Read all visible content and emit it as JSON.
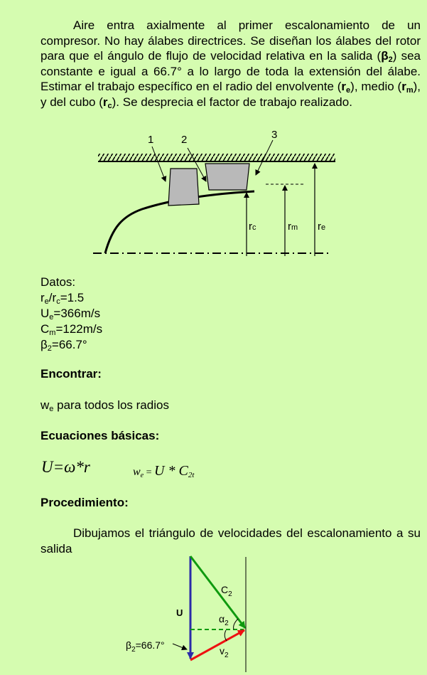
{
  "intro": {
    "text1": "Aire entra axialmente al primer escalonamiento de un compresor. No hay álabes directrices. Se diseñan los álabes del rotor para que el ángulo de flujo de velocidad relativa en la salida (",
    "beta_sym": "β",
    "beta_sub": "2",
    "text2": ")  sea constante e igual a 66.7° a lo largo de toda la extensión del álabe. Estimar el trabajo específico en el radio del envolvente (",
    "re_sym": "r",
    "re_sub": "e",
    "text3": "), medio (",
    "rm_sym": "r",
    "rm_sub": "m",
    "text4": "), y del cubo (",
    "rc_sym": "r",
    "rc_sub": "c",
    "text5": "). Se desprecia el factor de trabajo realizado."
  },
  "compressor_diagram": {
    "label_1": "1",
    "label_2": "2",
    "label_3": "3",
    "rc_sym": "r",
    "rc_sub": "c",
    "rm_sym": "r",
    "rm_sub": "m",
    "re_sym": "r",
    "re_sub": "e"
  },
  "datos": {
    "title": "Datos:",
    "r_ratio": {
      "a": "r",
      "a_sub": "e",
      "mid": "/r",
      "b_sub": "c",
      "val": "=1.5"
    },
    "Ue": {
      "a": "U",
      "a_sub": "e",
      "val": "=366m/s"
    },
    "Cm": {
      "a": "C",
      "a_sub": "m",
      "val": "=122m/s"
    },
    "beta2": {
      "a": "β",
      "a_sub": "2",
      "val": "=66.7°"
    }
  },
  "encontrar": {
    "title": "Encontrar:",
    "w": "w",
    "w_sub": "e",
    "rest": " para todos los radios"
  },
  "ecuaciones": {
    "title": "Ecuaciones básicas:",
    "eq1": "U=ω*r",
    "eq2_w": "w",
    "eq2_w_sub": "e",
    "eq2_eq": " = ",
    "eq2_rhs": "U * C",
    "eq2_sub": "2t"
  },
  "procedimiento": {
    "title": "Procedimiento:",
    "text": "Dibujamos el triángulo de velocidades del escalonamiento a su salida"
  },
  "triangle": {
    "U_label": "U",
    "C2_sym": "C",
    "C2_sub": "2",
    "alpha_sym": "α",
    "alpha_sub": "2",
    "beta_sym": "β",
    "beta_sub": "2",
    "beta_val": "=66.7°",
    "v_sym": "v",
    "v_sub": "2",
    "colors": {
      "U": "#2b2ba8",
      "C2": "#0f9a0f",
      "v2": "#ee1111",
      "Cm": "#0f9a0f"
    }
  }
}
